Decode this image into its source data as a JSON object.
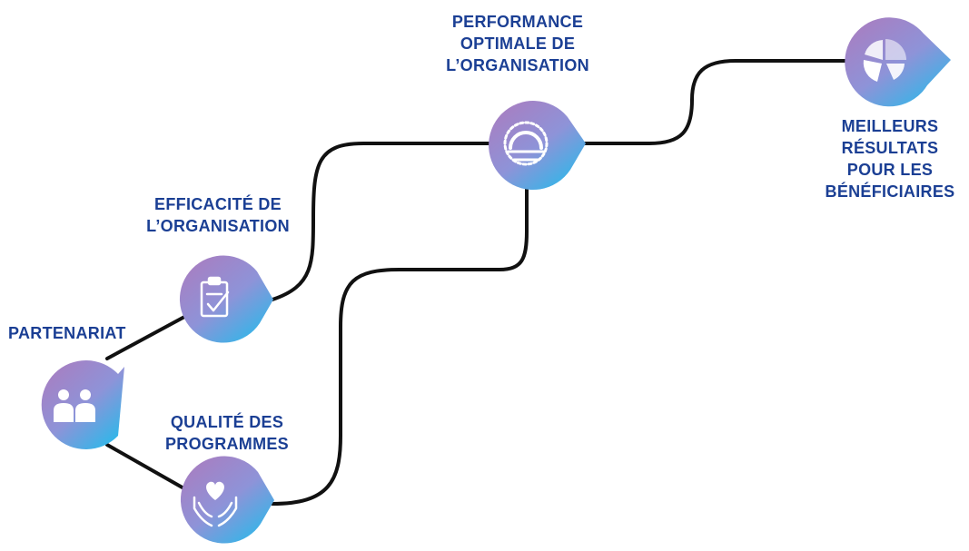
{
  "nodes": {
    "partenariat": {
      "label_lines": [
        "PARTENARIAT"
      ],
      "icon": "people-icon"
    },
    "qualite": {
      "label_lines": [
        "QUALITÉ DES",
        "PROGRAMMES"
      ],
      "icon": "heart-hands-icon"
    },
    "efficacite": {
      "label_lines": [
        "EFFICACITÉ DE",
        "L’ORGANISATION"
      ],
      "icon": "clipboard-check-icon"
    },
    "performance": {
      "label_lines": [
        "PERFORMANCE",
        "OPTIMALE DE",
        "L’ORGANISATION"
      ],
      "icon": "speedometer-icon"
    },
    "resultats": {
      "label_lines": [
        "MEILLEURS",
        "RÉSULTATS",
        "POUR LES",
        "BÉNÉFICIAIRES"
      ],
      "icon": "pie-chart-icon"
    }
  },
  "colors": {
    "label": "#1b3f94",
    "gradient_start": "#a77fc2",
    "gradient_mid": "#8e93d8",
    "gradient_end": "#2ab9ea",
    "path": "#111111",
    "icon": "#ffffff"
  }
}
